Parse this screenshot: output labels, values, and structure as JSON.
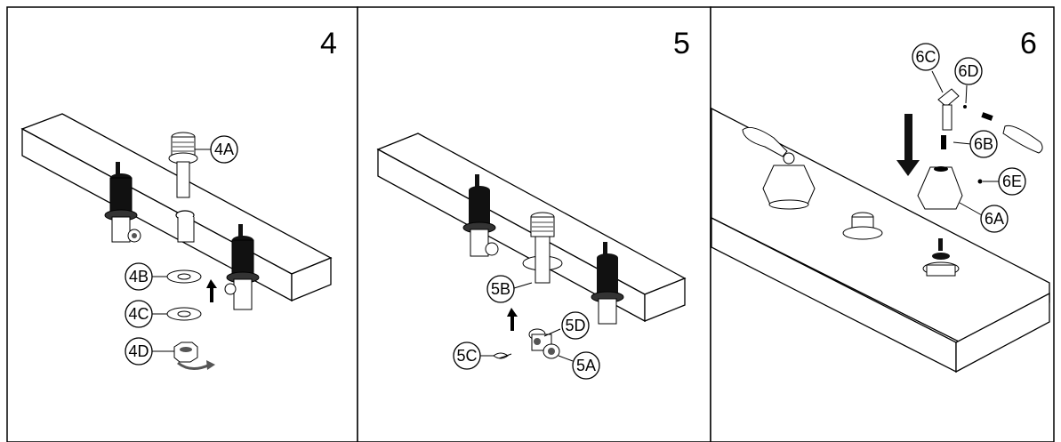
{
  "panels": [
    {
      "step": "4",
      "callouts": [
        "4A",
        "4B",
        "4C",
        "4D"
      ]
    },
    {
      "step": "5",
      "callouts": [
        "5A",
        "5B",
        "5C",
        "5D"
      ]
    },
    {
      "step": "6",
      "callouts": [
        "6A",
        "6B",
        "6C",
        "6D",
        "6E"
      ]
    }
  ],
  "colors": {
    "line": "#000000",
    "fill": "#ffffff",
    "dark_part": "#111111",
    "mid_part": "#555555"
  }
}
